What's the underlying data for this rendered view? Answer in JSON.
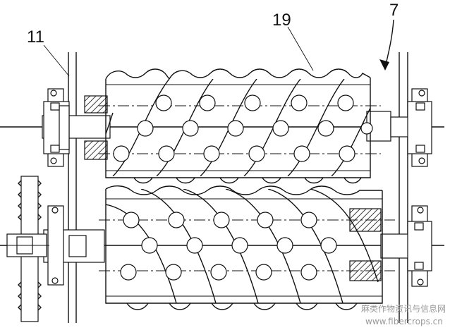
{
  "labels": {
    "frame_number": "11",
    "roller_number": "19",
    "assembly_number": "7"
  },
  "watermark": {
    "line1": "麻类作物资讯与信息网",
    "line2": "www.fibercrops.cn"
  },
  "colors": {
    "ink": "#111111",
    "background": "#ffffff",
    "watermark": "#9a9a9a"
  }
}
